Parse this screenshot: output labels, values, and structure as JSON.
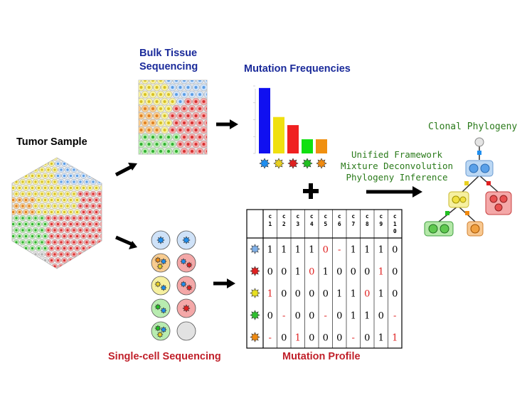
{
  "labels": {
    "bulk_line1": "Bulk Tissue",
    "bulk_line2": "Sequencing",
    "mutation_frequencies": "Mutation Frequencies",
    "tumor_sample": "Tumor Sample",
    "single_cell": "Single-cell Sequencing",
    "mutation_profile": "Mutation Profile",
    "clonal_phylogeny": "Clonal Phylogeny",
    "framework": [
      "Unified Framework",
      "Mixture Deconvolution",
      "Phylogeny Inference"
    ]
  },
  "mutation_colors": [
    "#1e8ef0",
    "#e8d020",
    "#e02020",
    "#20c020",
    "#f08a10"
  ],
  "chart_data": {
    "type": "bar",
    "categories": [
      "blue-mutation",
      "yellow-mutation",
      "red-mutation",
      "green-mutation",
      "orange-mutation"
    ],
    "values": [
      0.97,
      0.54,
      0.42,
      0.21,
      0.21
    ],
    "bar_colors": [
      "#1010f0",
      "#f0e010",
      "#f02020",
      "#10e010",
      "#f09010"
    ],
    "ylim": [
      0,
      1
    ]
  },
  "profile": {
    "columns": [
      "c1",
      "c2",
      "c3",
      "c4",
      "c5",
      "c6",
      "c7",
      "c8",
      "c9",
      "c10"
    ],
    "row_colors": [
      "#7fb0e8",
      "#e02020",
      "#e8e020",
      "#30c030",
      "#f08a10"
    ],
    "rows": [
      [
        "1",
        "1",
        "1",
        "1",
        "0",
        "-",
        "1",
        "1",
        "1",
        "0"
      ],
      [
        "0",
        "0",
        "1",
        "0",
        "1",
        "0",
        "0",
        "0",
        "1",
        "0"
      ],
      [
        "1",
        "0",
        "0",
        "0",
        "0",
        "1",
        "1",
        "0",
        "1",
        "0"
      ],
      [
        "0",
        "-",
        "0",
        "0",
        "-",
        "0",
        "1",
        "1",
        "0",
        "-"
      ],
      [
        "-",
        "0",
        "1",
        "0",
        "0",
        "0",
        "-",
        "0",
        "1",
        "1"
      ]
    ],
    "red_cells": [
      [
        0,
        4
      ],
      [
        0,
        5
      ],
      [
        1,
        3
      ],
      [
        1,
        8
      ],
      [
        2,
        0
      ],
      [
        2,
        7
      ],
      [
        3,
        1
      ],
      [
        3,
        4
      ],
      [
        3,
        9
      ],
      [
        4,
        0
      ],
      [
        4,
        2
      ],
      [
        4,
        6
      ],
      [
        4,
        9
      ]
    ]
  }
}
